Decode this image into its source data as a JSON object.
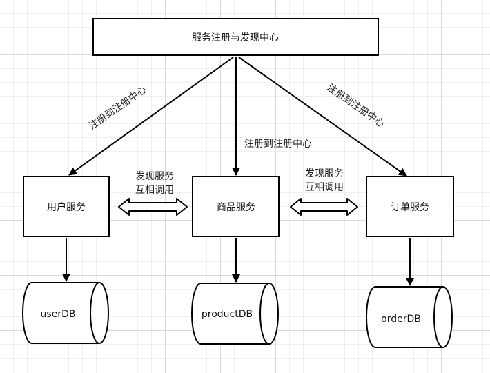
{
  "registry": {
    "label": "服务注册与发现中心"
  },
  "services": [
    {
      "id": "user",
      "label": "用户服务"
    },
    {
      "id": "product",
      "label": "商品服务"
    },
    {
      "id": "order",
      "label": "订单服务"
    }
  ],
  "databases": [
    {
      "id": "user",
      "label": "userDB"
    },
    {
      "id": "product",
      "label": "productDB"
    },
    {
      "id": "order",
      "label": "orderDB"
    }
  ],
  "register_edges": [
    {
      "label": "注册到注册中心"
    },
    {
      "label": "注册到注册中心"
    },
    {
      "label": "注册到注册中心"
    }
  ],
  "call_links": [
    {
      "line1": "发现服务",
      "line2": "互相调用"
    },
    {
      "line1": "发现服务",
      "line2": "互相调用"
    }
  ],
  "colors": {
    "stroke": "#000000",
    "fill": "#ffffff",
    "grid": "#d9d9d9"
  }
}
